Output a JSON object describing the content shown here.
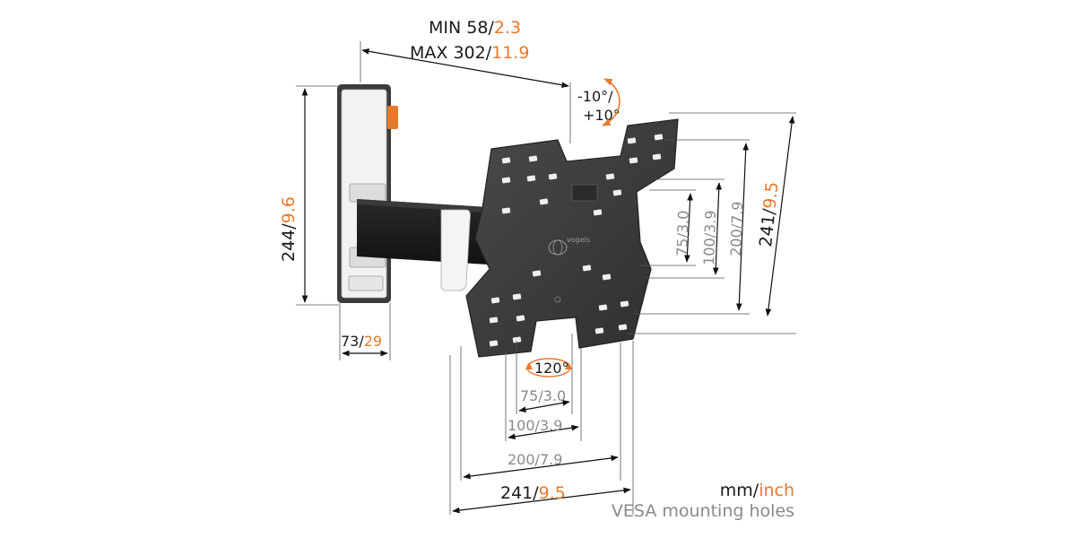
{
  "top_dim": {
    "line1_mm": "MIN 58",
    "line1_sep": "/",
    "line1_in": "2.3",
    "line2_mm": "MAX 302",
    "line2_sep": "/",
    "line2_in": "11.9"
  },
  "tilt": {
    "line1": "-10°/",
    "line2": "+10°"
  },
  "height_dim": {
    "mm": "244",
    "sep": "/",
    "in": "9.6"
  },
  "depth_dim": {
    "mm": "73",
    "sep": "/",
    "in": "29"
  },
  "swivel": {
    "label": "120°"
  },
  "plate_brand": "vogels",
  "horizontal_dims": [
    {
      "mm": "75",
      "sep": "/",
      "in": "3.0"
    },
    {
      "mm": "100",
      "sep": "/",
      "in": "3.9"
    },
    {
      "mm": "200",
      "sep": "/",
      "in": "7.9"
    },
    {
      "mm": "241",
      "sep": "/",
      "in": "9.5"
    }
  ],
  "vertical_dims": [
    {
      "mm": "75",
      "sep": "/",
      "in": "3.0"
    },
    {
      "mm": "100",
      "sep": "/",
      "in": "3.9"
    },
    {
      "mm": "200",
      "sep": "/",
      "in": "7.9"
    },
    {
      "mm": "241",
      "sep": "/",
      "in": "9.5"
    }
  ],
  "legend": {
    "units_mm": "mm",
    "units_sep": "/",
    "units_in": "inch",
    "vesa": "VESA mounting holes"
  },
  "colors": {
    "orange": "#e8792b",
    "dark": "#1a1a1a",
    "grey": "#8a8a8a",
    "plate": "#3a3a3a"
  }
}
